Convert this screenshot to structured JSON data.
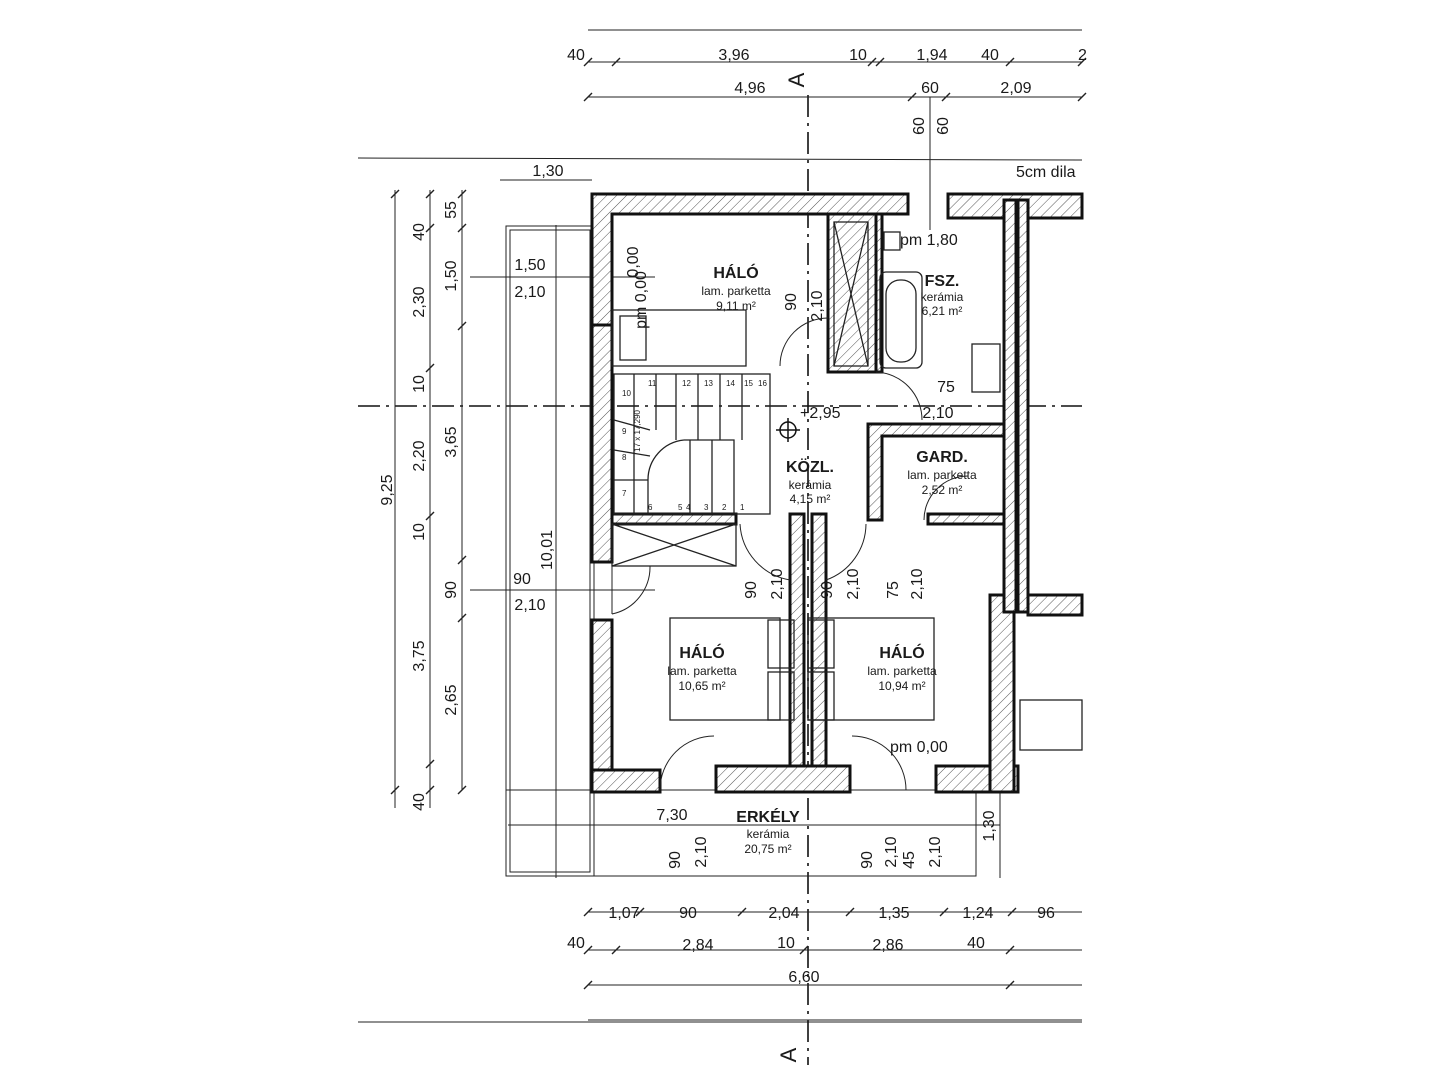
{
  "rooms": [
    {
      "name": "HÁLÓ",
      "floor": "lam. parketta",
      "area": "9,11 m²"
    },
    {
      "name": "FSZ.",
      "floor": "kerámia",
      "area": "6,21 m²"
    },
    {
      "name": "KÖZL.",
      "floor": "kerámia",
      "area": "4,15 m²"
    },
    {
      "name": "GARD.",
      "floor": "lam. parketta",
      "area": "2,52 m²"
    },
    {
      "name": "HÁLÓ",
      "floor": "lam. parketta",
      "area": "10,65 m²"
    },
    {
      "name": "HÁLÓ",
      "floor": "lam. parketta",
      "area": "10,94 m²"
    },
    {
      "name": "ERKÉLY",
      "floor": "kerámia",
      "area": "20,75 m²"
    }
  ],
  "section_marks": [
    "A",
    "A"
  ],
  "notes": [
    "pm 1,80",
    "pm 0,00",
    "pm 0,00",
    "+2,95",
    "5cm dila",
    "17 x 17,290"
  ],
  "stair_steps": [
    "1",
    "2",
    "3",
    "4",
    "5",
    "6",
    "7",
    "8",
    "9",
    "10",
    "11",
    "12",
    "13",
    "14",
    "15",
    "16"
  ],
  "dims_top1": [
    "40",
    "3,96",
    "10",
    "1,94",
    "40",
    "2"
  ],
  "dims_top2": [
    "4,96",
    "60",
    "2,09",
    "60",
    "60"
  ],
  "dims_left_outer": [
    "9,25"
  ],
  "dims_left_mid": [
    "40",
    "2,30",
    "10",
    "2,20",
    "10",
    "3,75",
    "40"
  ],
  "dims_left_inner": [
    "55",
    "1,50",
    "3,65",
    "90",
    "2,65"
  ],
  "dims_misc": [
    "1,30",
    "1,50",
    "2,10",
    "90",
    "2,10",
    "10,01",
    "0,00",
    "90",
    "2,10",
    "75",
    "2,10",
    "90",
    "2,10",
    "90",
    "2,10",
    "75",
    "2,10",
    "7,30",
    "1,30",
    "90",
    "2,10",
    "90",
    "2,10",
    "45",
    "2,10"
  ],
  "dims_bottom1": [
    "1,07",
    "90",
    "2,04",
    "1,35",
    "1,24",
    "96"
  ],
  "dims_bottom2": [
    "40",
    "2,84",
    "10",
    "2,86",
    "40"
  ],
  "dims_bottom3": [
    "6,60"
  ]
}
